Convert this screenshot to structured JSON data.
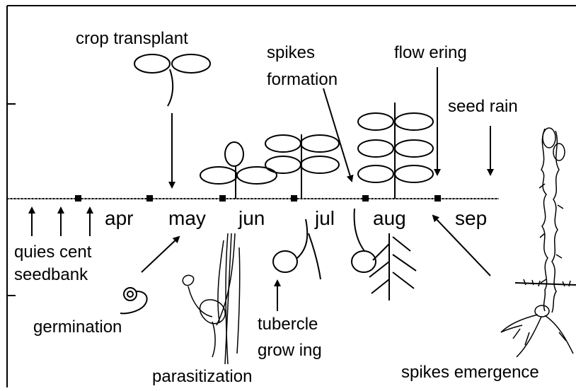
{
  "colors": {
    "ink": "#000000",
    "background": "#ffffff"
  },
  "months": [
    "apr",
    "may",
    "jun",
    "jul",
    "aug",
    "sep"
  ],
  "labels": {
    "crop_transplant": "crop transplant",
    "spikes_formation_1": "spikes",
    "spikes_formation_2": "formation",
    "flowering": "flow ering",
    "seed_rain": "seed rain",
    "quiescent_1": "quies cent",
    "quiescent_2": "seedbank",
    "germination": "germination",
    "parasitization": "parasitization",
    "tubercle_1": "tubercle",
    "tubercle_2": "grow ing",
    "spikes_emergence": "spikes emergence"
  },
  "icons": {
    "crop_seedling": "seedling-icon",
    "crop_small": "crop-plant-small-icon",
    "crop_medium": "crop-plant-medium-icon",
    "crop_large": "crop-plant-large-icon",
    "germinating_seed": "germinating-seed-icon",
    "parasite_roots": "host-root-attachment-icon",
    "tubercle": "tubercle-icon",
    "broomrape_spike": "broomrape-spike-icon"
  }
}
